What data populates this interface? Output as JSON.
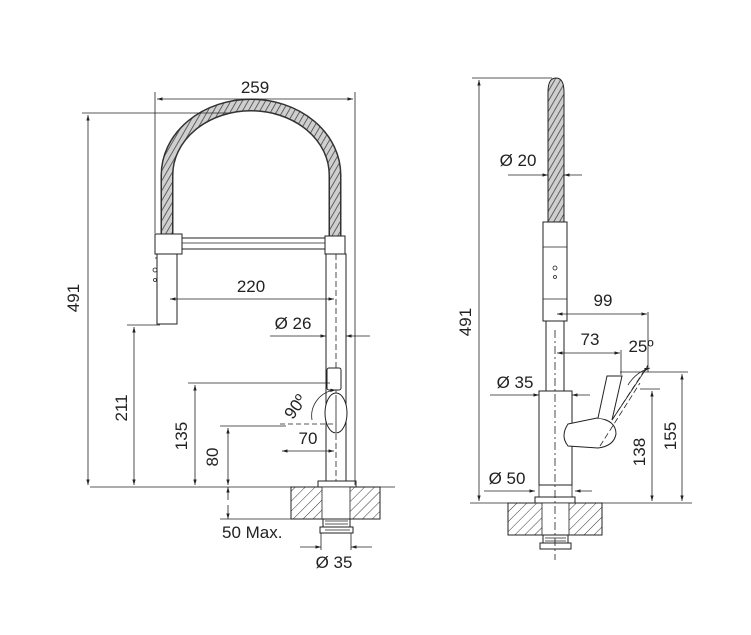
{
  "front_view": {
    "overall_width": "259",
    "overall_height": "491",
    "spout_reach": "220",
    "body_diameter": "Ø 26",
    "spray_head_height": "211",
    "lever_height": "135",
    "lever_rotation": "90º",
    "lever_offset": "70",
    "base_height": "80",
    "deck_thickness": "50 Max.",
    "hole_diameter": "Ø 35"
  },
  "side_view": {
    "overall_height": "491",
    "hose_diameter": "Ø 20",
    "spray_reach": "99",
    "lever_reach": "73",
    "lever_angle": "25º",
    "body_diameter": "Ø 35",
    "lever_top_height": "155",
    "lever_pivot_height": "138",
    "base_diameter": "Ø 50"
  }
}
